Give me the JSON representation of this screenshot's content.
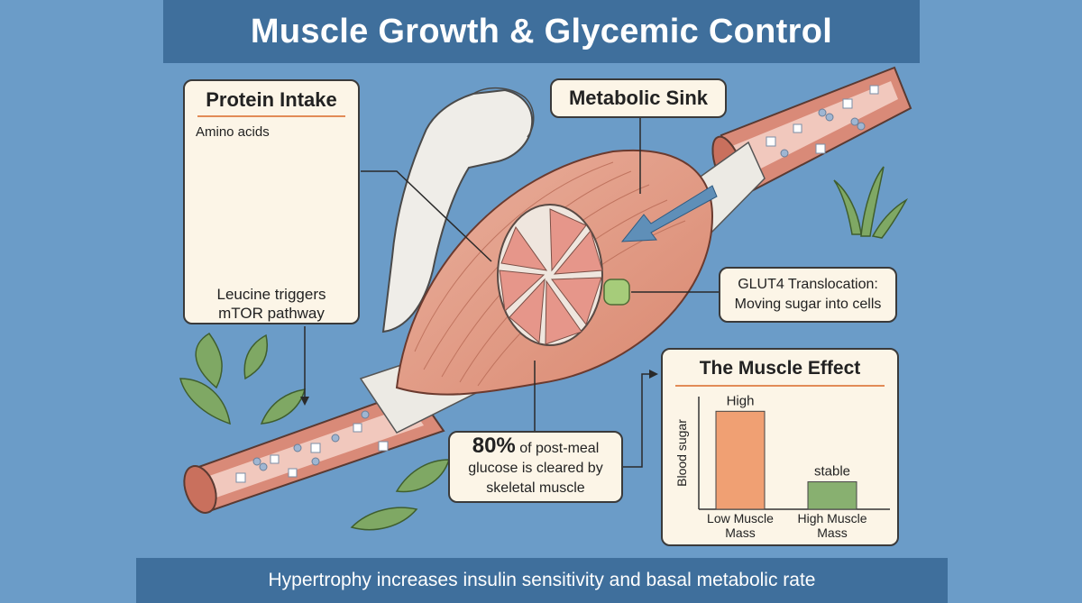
{
  "title": "Muscle Growth & Glycemic Control",
  "footer": "Hypertrophy increases insulin sensitivity and basal metabolic rate",
  "protein_box": {
    "heading": "Protein Intake",
    "amino_label": "Amino acids",
    "note_line1": "Leucine triggers",
    "note_line2": "mTOR pathway"
  },
  "sink_box": {
    "label": "Metabolic Sink"
  },
  "glut_box": {
    "line1": "GLUT4 Translocation:",
    "line2": "Moving sugar into cells"
  },
  "stat_box": {
    "percent": "80%",
    "line1_rest": " of post-meal",
    "line2": "glucose is cleared by",
    "line3": "skeletal muscle"
  },
  "effect_box": {
    "heading": "The Muscle Effect"
  },
  "chart_data": {
    "type": "bar",
    "title": "The Muscle Effect",
    "ylabel": "Blood sugar",
    "xlabel": "",
    "categories": [
      "Low Muscle Mass",
      "High Muscle Mass"
    ],
    "category_lines": [
      [
        "Low Muscle",
        "Mass"
      ],
      [
        "High Muscle",
        "Mass"
      ]
    ],
    "values": [
      100,
      28
    ],
    "data_labels": [
      "High",
      "stable"
    ],
    "ylim": [
      0,
      115
    ],
    "grid": false,
    "colors": [
      "#f0a073",
      "#88b070"
    ]
  },
  "colors": {
    "background": "#6b9cc8",
    "banner": "#3f6f9c",
    "box_fill": "#fcf5e7",
    "accent_rule": "#e28b57",
    "muscle": "#e39a86",
    "vessel": "#d98a78",
    "tendon": "#eceae4",
    "leaf": "#6f9b57"
  }
}
